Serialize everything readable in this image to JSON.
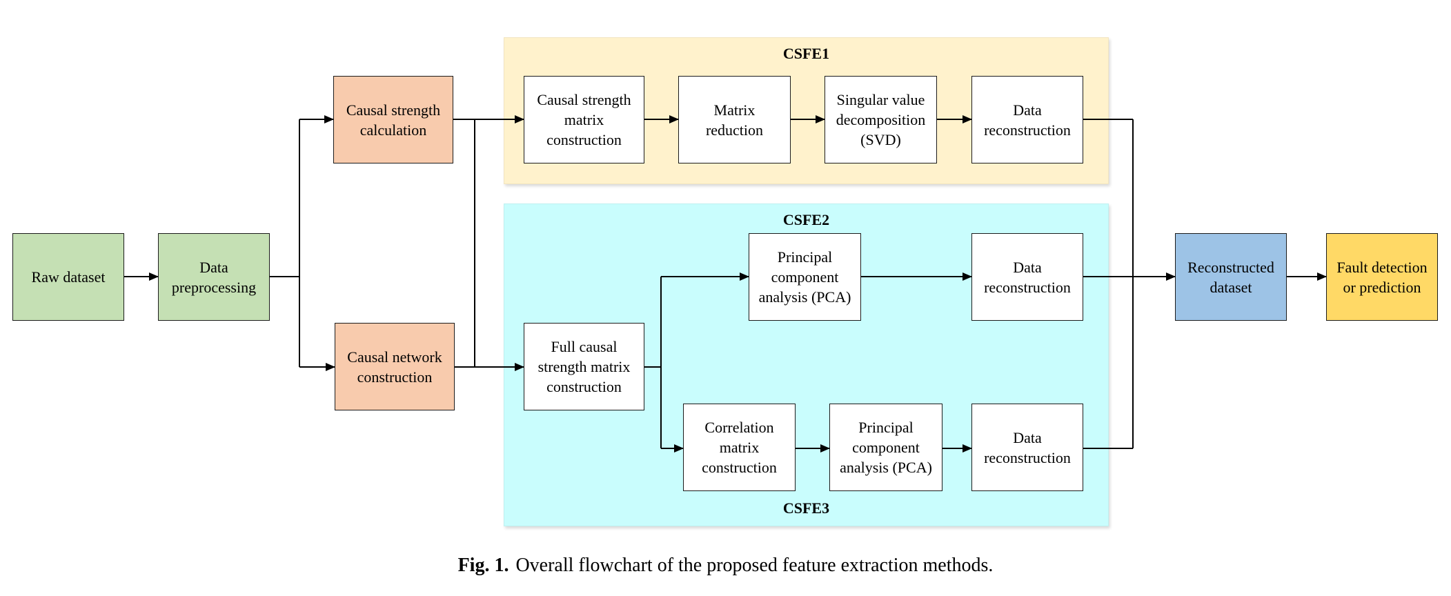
{
  "groups": {
    "csfe1": "CSFE1",
    "csfe2": "CSFE2",
    "csfe3": "CSFE3"
  },
  "nodes": {
    "raw_dataset": "Raw dataset",
    "data_preprocessing": "Data\npreprocessing",
    "causal_strength_calculation": "Causal strength\ncalculation",
    "causal_network_construction": "Causal network\nconstruction",
    "causal_strength_matrix_construction": "Causal strength\nmatrix\nconstruction",
    "matrix_reduction": "Matrix\nreduction",
    "svd": "Singular value\ndecomposition\n(SVD)",
    "data_reconstruction_1": "Data\nreconstruction",
    "full_causal_strength_matrix_construction": "Full causal\nstrength matrix\nconstruction",
    "pca_1": "Principal\ncomponent\nanalysis (PCA)",
    "data_reconstruction_2": "Data\nreconstruction",
    "correlation_matrix_construction": "Correlation\nmatrix\nconstruction",
    "pca_2": "Principal\ncomponent\nanalysis (PCA)",
    "data_reconstruction_3": "Data\nreconstruction",
    "reconstructed_dataset": "Reconstructed\ndataset",
    "fault_detection": "Fault detection\nor prediction"
  },
  "caption": {
    "label": "Fig. 1.",
    "text": "Overall flowchart of the proposed feature extraction methods."
  },
  "colors": {
    "green": "#c5e0b4",
    "orange": "#f8cbad",
    "csfe1_background": "#fff2cc",
    "csfe2_background": "#c9fdfd",
    "blue": "#9dc3e6",
    "yellow": "#ffd966"
  }
}
